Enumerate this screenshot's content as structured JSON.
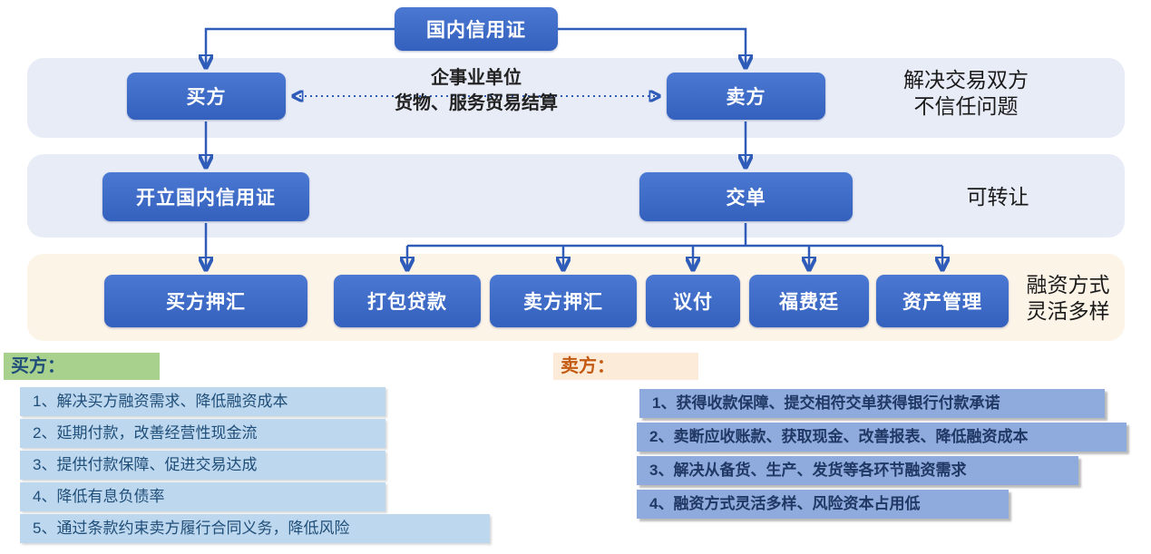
{
  "title_box": "国内信用证",
  "row1": {
    "buyer": "买方",
    "seller": "卖方",
    "middle_line1": "企事业单位",
    "middle_line2": "货物、服务贸易结算",
    "note_line1": "解决交易双方",
    "note_line2": "不信任问题"
  },
  "row2": {
    "open_lc": "开立国内信用证",
    "present_docs": "交单",
    "note": "可转让"
  },
  "row3": {
    "boxes": [
      "买方押汇",
      "打包贷款",
      "卖方押汇",
      "议付",
      "福费廷",
      "资产管理"
    ],
    "note_line1": "融资方式",
    "note_line2": "灵活多样"
  },
  "buyer_benefits": {
    "heading": "买方：",
    "items": [
      "1、解决买方融资需求、降低融资成本",
      "2、延期付款，改善经营性现金流",
      "3、提供付款保障、促进交易达成",
      "4、降低有息负债率",
      "5、通过条款约束卖方履行合同义务，降低风险"
    ]
  },
  "seller_benefits": {
    "heading": "卖方：",
    "items": [
      "1、获得收款保障、提交相符交单获得银行付款承诺",
      "2、卖断应收账款、获取现金、改善报表、降低融资成本",
      "3、解决从备货、生产、发货等各环节融资需求",
      "4、融资方式灵活多样、风险资本占用低"
    ]
  },
  "colors": {
    "box_blue": "#3A68C6",
    "band_lavender": "#E8ECF7",
    "band_cream": "#FDF4E8",
    "arrow_blue": "#2E5CB8",
    "buyer_item_bg": "#BDD7EE",
    "seller_item_bg": "#8FAADC",
    "buyer_heading_bg": "#A9D18E",
    "seller_heading_bg": "#FDEBD9",
    "buyer_text": "#1F4E79",
    "seller_text": "#1F3864",
    "seller_heading_text": "#C45911"
  }
}
